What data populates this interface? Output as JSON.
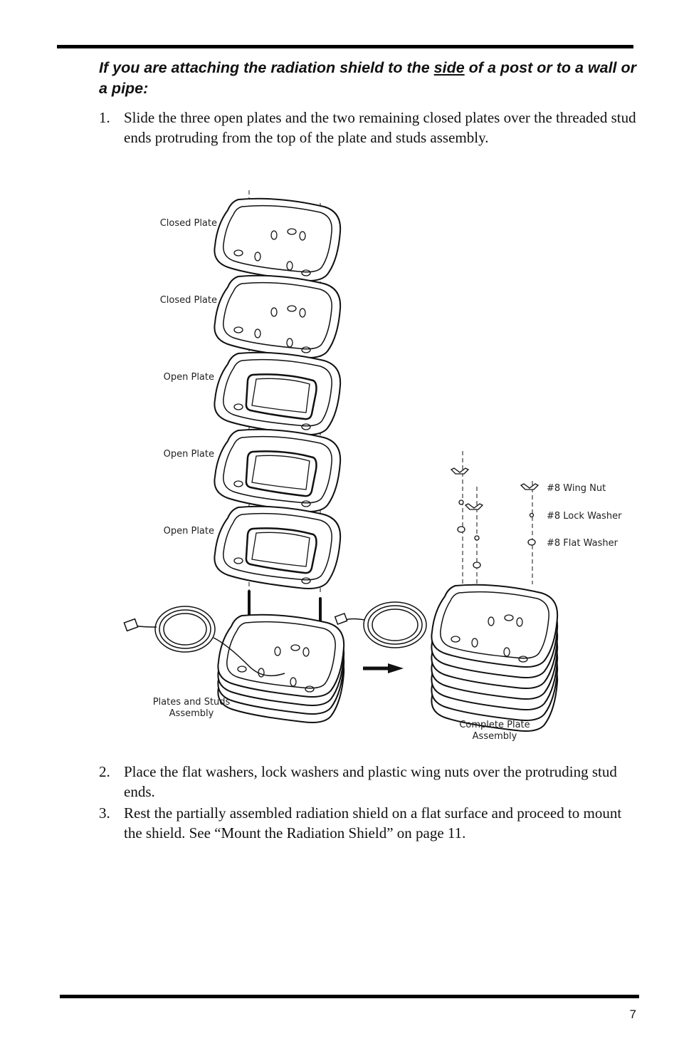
{
  "heading": {
    "before": "If you are attaching the radiation shield to the ",
    "underlined": "side",
    "after": " of a post or to a wall or a pipe:"
  },
  "steps": [
    {
      "num": "1.",
      "text": "Slide the three open plates and the two remaining closed plates over the threaded stud ends protruding from the top of the plate and studs assembly."
    },
    {
      "num": "2.",
      "text": "Place the flat washers, lock washers and plastic wing nuts over the protruding stud ends."
    },
    {
      "num": "3.",
      "text": "Rest the partially assembled radiation shield on a flat surface and proceed to mount the shield. See “Mount the Radiation Shield” on page 11."
    }
  ],
  "figure": {
    "labels": {
      "closed_plate_1": "Closed Plate",
      "closed_plate_2": "Closed Plate",
      "open_plate_1": "Open Plate",
      "open_plate_2": "Open Plate",
      "open_plate_3": "Open Plate",
      "plates_studs_1": "Plates and Studs",
      "plates_studs_2": "Assembly",
      "wing_nut": "#8 Wing Nut",
      "lock_washer": "#8 Lock Washer",
      "flat_washer": "#8 Flat Washer",
      "complete_1": "Complete Plate",
      "complete_2": "Assembly"
    }
  },
  "page_number": "7"
}
